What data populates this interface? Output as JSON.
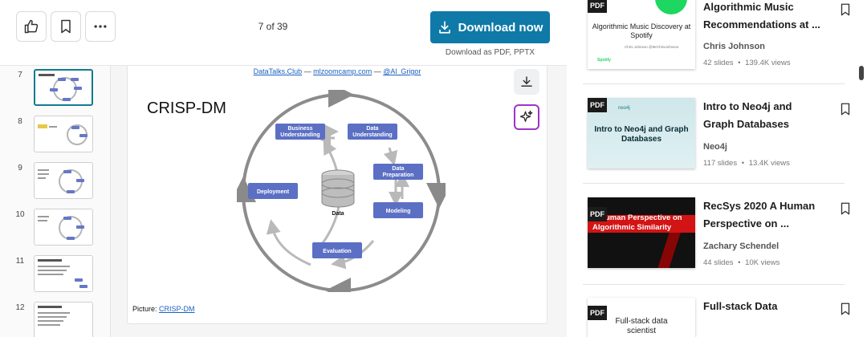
{
  "toolbar": {
    "like_icon": "thumbs-up-icon",
    "save_icon": "bookmark-icon",
    "more_icon": "more-horizontal-icon",
    "page_count": "7 of 39",
    "download_label": "Download now",
    "download_sub": "Download as PDF, PPTX"
  },
  "thumbnails": [
    {
      "num": "7",
      "active": true
    },
    {
      "num": "8",
      "active": false
    },
    {
      "num": "9",
      "active": false
    },
    {
      "num": "10",
      "active": false
    },
    {
      "num": "11",
      "active": false
    },
    {
      "num": "12",
      "active": false
    }
  ],
  "slide": {
    "link_1": "DataTalks.Club",
    "sep_1": " — ",
    "link_2": "mlzoomcamp.com",
    "sep_2": " — ",
    "link_3": "@Al_Grigor",
    "title": "CRISP-DM",
    "caption_prefix": "Picture: ",
    "caption_link": "CRISP-DM",
    "diagram": {
      "business_1": "Business",
      "business_2": "Understanding",
      "data_u_1": "Data",
      "data_u_2": "Understanding",
      "prep_1": "Data",
      "prep_2": "Preparation",
      "modeling": "Modeling",
      "evaluation": "Evaluation",
      "deployment": "Deployment",
      "data": "Data"
    }
  },
  "related": [
    {
      "title": "Algorithmic Music Recommendations at ...",
      "author": "Chris Johnson",
      "slides": "42 slides",
      "views": "139.4K views",
      "thumb_title": "Algorithmic Music Discovery at Spotify",
      "thumb_sub": "Chris Johnson @MrChrisJohnson",
      "thumb_brand": "Spotify"
    },
    {
      "title": "Intro to Neo4j and Graph Databases",
      "author": "Neo4j",
      "slides": "117 slides",
      "views": "13.4K views",
      "thumb_brand": "neo4j",
      "thumb_title": "Intro to Neo4j and Graph Databases"
    },
    {
      "title": "RecSys 2020 A Human Perspective on ...",
      "author": "Zachary Schendel",
      "slides": "44 slides",
      "views": "10K views",
      "thumb_title": "A Human Perspective on Algorithmic Similarity"
    },
    {
      "title": "Full-stack Data Scientist",
      "thumb_title": "Full-stack data scientist"
    }
  ],
  "pdf_badge": "PDF",
  "meta_sep": "•",
  "colors": {
    "accent": "#0f79a8",
    "active_thumb": "#137a8f",
    "diagram_box": "#5b70c4",
    "ai_border": "#9d34c7"
  }
}
